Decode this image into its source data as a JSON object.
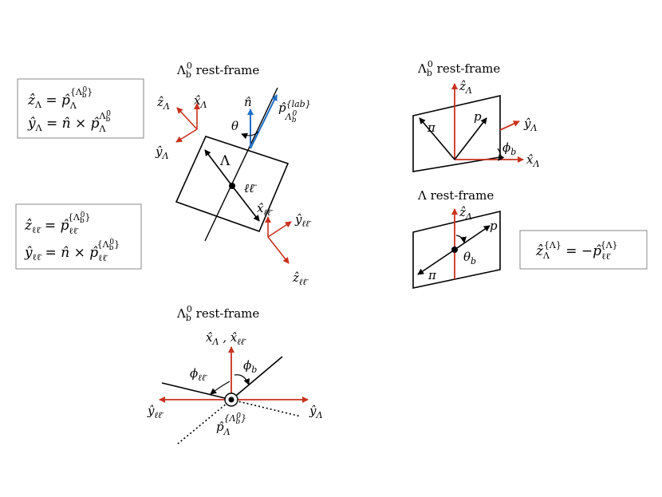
{
  "colors": {
    "black": "#000000",
    "red": "#c8321e",
    "blue": "#1f6fc5",
    "box_border": "#888888"
  },
  "equations": {
    "top_left": {
      "line1": {
        "lhs_sym": "ẑ",
        "lhs_sub": "Λ",
        "op": " = ",
        "rhs_sym": "p̂",
        "rhs_sub": "Λ",
        "rhs_sup": "{Λ",
        "rhs_sup_sub": "b",
        "rhs_sup_sup": "0",
        "rhs_sup_end": "}"
      },
      "line2": {
        "lhs_sym": "ŷ",
        "lhs_sub": "Λ",
        "op": " = ",
        "n_sym": "n̂",
        "times": " × ",
        "rhs_sym": "p̂",
        "rhs_sub": "Λ",
        "rhs_sup": "Λ",
        "rhs_sup_sub": "b",
        "rhs_sup_sup": "0"
      }
    },
    "mid_left": {
      "line1": {
        "lhs_sym": "ẑ",
        "lhs_sub": "ℓℓ̄",
        "op": " = ",
        "rhs_sym": "p̂",
        "rhs_sub": "ℓℓ̄",
        "rhs_sup": "{Λ",
        "rhs_sup_sub": "b",
        "rhs_sup_sup": "0",
        "rhs_sup_end": "}"
      },
      "line2": {
        "lhs_sym": "ŷ",
        "lhs_sub": "ℓℓ̄",
        "op": " = ",
        "n_sym": "n̂",
        "times": " × ",
        "rhs_sym": "p̂",
        "rhs_sub": "ℓℓ̄",
        "rhs_sup": "{Λ",
        "rhs_sup_sub": "b",
        "rhs_sup_sup": "0",
        "rhs_sup_end": "}"
      }
    },
    "right": {
      "lhs_sym": "ẑ",
      "lhs_sub": "Λ",
      "lhs_sup": "{Λ}",
      "op": " = −",
      "rhs_sym": "p̂",
      "rhs_sub": "ℓℓ̄",
      "rhs_sup": "{Λ}"
    }
  },
  "center_diagram": {
    "title": {
      "sym": "Λ",
      "sub": "b",
      "sup": "0",
      "text": " rest-frame"
    },
    "n_label": "n̂",
    "theta_label": "θ",
    "plab": {
      "sym": "p̂",
      "sup": "{lab}",
      "sub": "Λ",
      "sub_sub": "b",
      "sub_sup": "0"
    },
    "lambda_label": "Λ",
    "ll_label": "ℓℓ̄",
    "z_lambda": {
      "sym": "ẑ",
      "sub": "Λ"
    },
    "x_lambda": {
      "sym": "x̂",
      "sub": "Λ"
    },
    "y_lambda": {
      "sym": "ŷ",
      "sub": "Λ"
    },
    "x_ll": {
      "sym": "x̂",
      "sub": "ℓℓ̄"
    },
    "y_ll": {
      "sym": "ŷ",
      "sub": "ℓℓ̄"
    },
    "z_ll": {
      "sym": "ẑ",
      "sub": "ℓℓ̄"
    }
  },
  "right_top_diagram": {
    "title": {
      "sym": "Λ",
      "sub": "b",
      "sup": "0",
      "text": " rest-frame"
    },
    "z_lambda": {
      "sym": "ẑ",
      "sub": "Λ"
    },
    "pi_label": "π",
    "p_label": "p",
    "y_lambda": {
      "sym": "ŷ",
      "sub": "Λ"
    },
    "phi_b": {
      "sym": "ϕ",
      "sub": "b"
    },
    "x_lambda": {
      "sym": "x̂",
      "sub": "Λ"
    }
  },
  "right_bottom_diagram": {
    "title": {
      "sym": "Λ",
      "text": " rest-frame"
    },
    "z_lambda": {
      "sym": "ẑ",
      "sub": "Λ"
    },
    "p_label": "p",
    "theta_b": {
      "sym": "θ",
      "sub": "b"
    },
    "pi_label": "π"
  },
  "bottom_diagram": {
    "title": {
      "sym": "Λ",
      "sub": "b",
      "sup": "0",
      "text": " rest-frame"
    },
    "x_axes": {
      "sym1": "x̂",
      "sub1": "Λ",
      "comma": " , ",
      "sym2": "x̂",
      "sub2": "ℓℓ̄"
    },
    "phi_ll": {
      "sym": "ϕ",
      "sub": "ℓℓ̄"
    },
    "phi_b": {
      "sym": "ϕ",
      "sub": "b"
    },
    "y_ll": {
      "sym": "ŷ",
      "sub": "ℓℓ̄"
    },
    "y_lambda": {
      "sym": "ŷ",
      "sub": "Λ"
    },
    "p_lambda": {
      "sym": "p̂",
      "sub": "Λ",
      "sup": "{Λ",
      "sup_sub": "b",
      "sup_sup": "0",
      "sup_end": "}"
    }
  }
}
